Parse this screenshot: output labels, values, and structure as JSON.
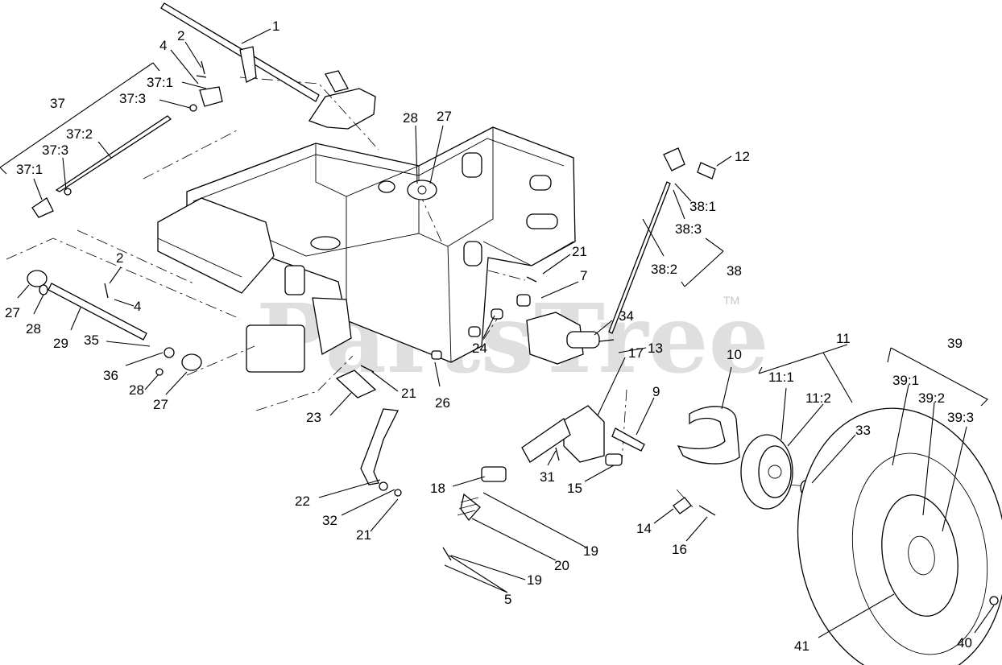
{
  "watermark": {
    "brand": "PartsTree",
    "trademark": "TM"
  },
  "callouts": {
    "c1": "1",
    "c2a": "2",
    "c4a": "4",
    "c37_1a": "37:1",
    "c37_3a": "37:3",
    "c37": "37",
    "c37_2": "37:2",
    "c37_3b": "37:3",
    "c37_1b": "37:1",
    "c28a": "28",
    "c27a": "27",
    "c12": "12",
    "c38_1": "38:1",
    "c38_3": "38:3",
    "c38_2": "38:2",
    "c38": "38",
    "c21a": "21",
    "c7": "7",
    "c2b": "2",
    "c4b": "4",
    "c27b": "27",
    "c28b": "28",
    "c29": "29",
    "c34": "34",
    "c13": "13",
    "c10": "10",
    "c11": "11",
    "c11_1": "11:1",
    "c11_2": "11:2",
    "c39": "39",
    "c39_1": "39:1",
    "c39_2": "39:2",
    "c39_3": "39:3",
    "c35": "35",
    "c36": "36",
    "c28c": "28",
    "c27c": "27",
    "c24": "24",
    "c26": "26",
    "c21b": "21",
    "c17": "17",
    "c9": "9",
    "c23": "23",
    "c33": "33",
    "c31": "31",
    "c15": "15",
    "c18": "18",
    "c22": "22",
    "c32": "32",
    "c21c": "21",
    "c14": "14",
    "c16": "16",
    "c19a": "19",
    "c20": "20",
    "c19b": "19",
    "c5": "5",
    "c41": "41",
    "c40": "40"
  }
}
